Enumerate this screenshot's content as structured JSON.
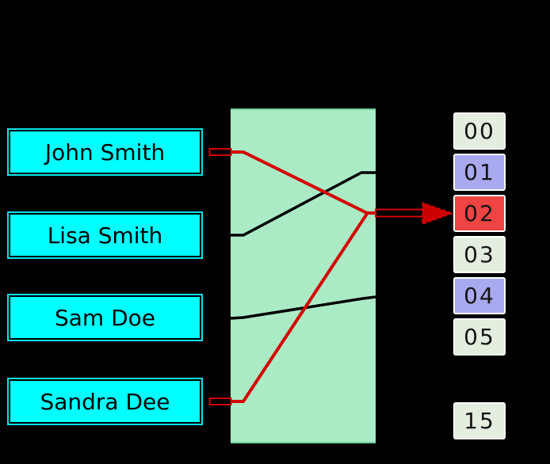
{
  "diagram": {
    "type": "hash-function-collision",
    "keys": [
      {
        "label": "John Smith"
      },
      {
        "label": "Lisa Smith"
      },
      {
        "label": "Sam Doe"
      },
      {
        "label": "Sandra Dee"
      }
    ],
    "buckets": [
      {
        "label": "00",
        "variant": "default"
      },
      {
        "label": "01",
        "variant": "purple"
      },
      {
        "label": "02",
        "variant": "red"
      },
      {
        "label": "03",
        "variant": "default"
      },
      {
        "label": "04",
        "variant": "purple"
      },
      {
        "label": "05",
        "variant": "default"
      },
      {
        "label": "15",
        "variant": "default"
      }
    ],
    "mappings": [
      {
        "from": "John Smith",
        "to": "02",
        "line_color": "#d40000"
      },
      {
        "from": "Lisa Smith",
        "to": "01",
        "line_color": "#000000"
      },
      {
        "from": "Sam Doe",
        "to": "04",
        "line_color": "#000000"
      },
      {
        "from": "Sandra Dee",
        "to": "02",
        "line_color": "#d40000"
      }
    ],
    "icons": [
      {
        "name": "red-arrow-right-icon",
        "meaning": "collision result pointing to bucket 02"
      }
    ],
    "colors": {
      "background": "#000000",
      "key_box_fill": "#00ffff",
      "key_box_border": "#000000",
      "hash_box_fill": "#aaebc5",
      "hash_box_border": "#6fcf9f",
      "bucket_default_fill": "#e3eedf",
      "bucket_purple_fill": "#a9a9ef",
      "bucket_red_fill": "#ee4444",
      "bucket_border": "#ffffff",
      "collision_line": "#d40000",
      "normal_line": "#000000"
    }
  }
}
